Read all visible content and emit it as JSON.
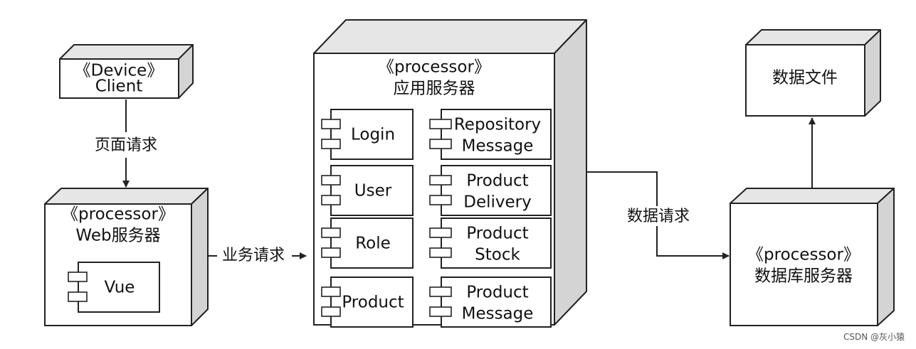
{
  "nodes": {
    "client": {
      "stereotype": "《Device》",
      "name": "Client"
    },
    "web": {
      "stereotype": "《processor》",
      "name": "Web服务器"
    },
    "app": {
      "stereotype": "《processor》",
      "name": "应用服务器"
    },
    "db": {
      "stereotype": "《processor》",
      "name": "数据库服务器"
    },
    "datafile": {
      "name": "数据文件"
    }
  },
  "components": {
    "vue": "Vue",
    "login": "Login",
    "user": "User",
    "role": "Role",
    "product": "Product",
    "repo_l1": "Repository",
    "repo_l2": "Message",
    "delivery_l1": "Product",
    "delivery_l2": "Delivery",
    "stock_l1": "Product",
    "stock_l2": "Stock",
    "pmsg_l1": "Product",
    "pmsg_l2": "Message"
  },
  "edges": {
    "page_request": "页面请求",
    "business_request": "业务请求",
    "data_request": "数据请求"
  },
  "watermark": "CSDN @灰小猿"
}
